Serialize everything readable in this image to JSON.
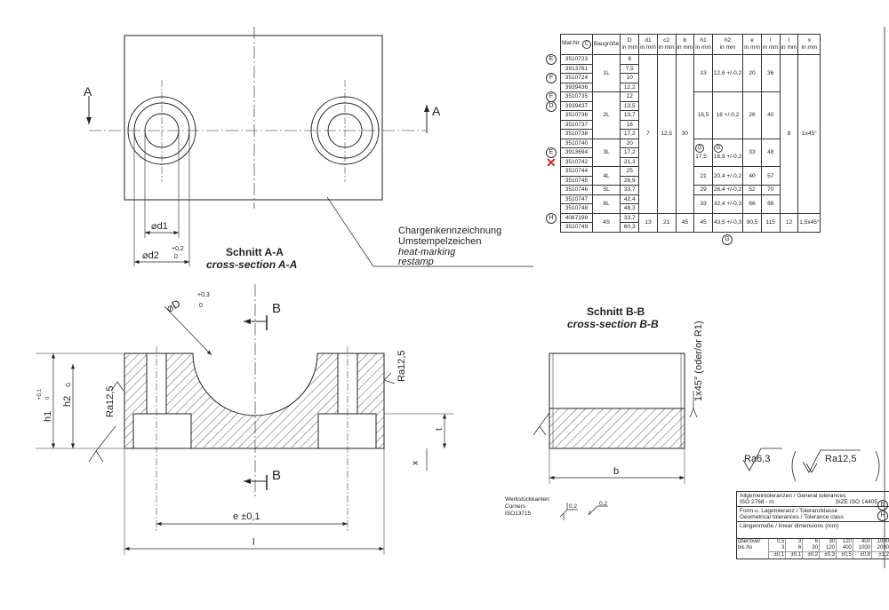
{
  "table": {
    "headers": [
      "Mat-Nr",
      "Baugröße",
      "D\nin mm",
      "d1\nin mm",
      "c2\nin mm",
      "b\nin mm",
      "h1\nin mm",
      "h2\nin mm",
      "e\nin mm",
      "l\nin mm",
      "t\nin mm",
      "x\nin mm"
    ],
    "header_marker": "C",
    "rows": [
      {
        "mat": "3510723",
        "D": "6",
        "marker": "E"
      },
      {
        "mat": "3913761",
        "D": "7,5",
        "marker": ""
      },
      {
        "mat": "3510724",
        "D": "10",
        "marker": "F"
      },
      {
        "mat": "3939436",
        "D": "12,2",
        "marker": ""
      },
      {
        "mat": "3510735",
        "D": "12",
        "marker": "F"
      },
      {
        "mat": "3939437",
        "D": "13,5",
        "marker": "D"
      },
      {
        "mat": "3510736",
        "D": "13,7",
        "marker": ""
      },
      {
        "mat": "3510737",
        "D": "16",
        "marker": ""
      },
      {
        "mat": "3510738",
        "D": "17,2",
        "marker": ""
      },
      {
        "mat": "3510740",
        "D": "20",
        "marker": ""
      },
      {
        "mat": "3913694",
        "D": "17,2",
        "marker": "E"
      },
      {
        "mat": "3510742",
        "D": "21,3",
        "marker": "X"
      },
      {
        "mat": "3510744",
        "D": "25",
        "marker": ""
      },
      {
        "mat": "3510745",
        "D": "26,9",
        "marker": ""
      },
      {
        "mat": "3510746",
        "D": "33,7",
        "marker": ""
      },
      {
        "mat": "3510747",
        "D": "42,4",
        "marker": ""
      },
      {
        "mat": "3510748",
        "D": "48,3",
        "marker": ""
      },
      {
        "mat": "4067199",
        "D": "33,7",
        "marker": "H"
      },
      {
        "mat": "3510749",
        "D": "60,3",
        "marker": ""
      }
    ],
    "size_groups": [
      {
        "label": "1L",
        "rows": 4
      },
      {
        "label": "2L",
        "rows": 5
      },
      {
        "label": "3L",
        "rows": 3
      },
      {
        "label": "4L",
        "rows": 2
      },
      {
        "label": "5L",
        "rows": 1
      },
      {
        "label": "6L",
        "rows": 2
      },
      {
        "label": "4S",
        "rows": 2
      }
    ],
    "h_groups": [
      {
        "h1": "13",
        "h2": "12,6 +/-0,2",
        "e": "20",
        "l": "36",
        "rows": 4,
        "marker": ""
      },
      {
        "h1": "16,5",
        "h2": "16 +/-0,2",
        "e": "26",
        "l": "40",
        "rows": 5,
        "marker": ""
      },
      {
        "h1": "17,5",
        "h2": "16,9 +/-0,2",
        "e": "33",
        "l": "48",
        "rows": 3,
        "marker": "G"
      },
      {
        "h1": "21",
        "h2": "20,4 +/-0,2",
        "e": "40",
        "l": "57",
        "rows": 2,
        "marker": ""
      },
      {
        "h1": "29",
        "h2": "26,4 +/-0,2",
        "e": "52",
        "l": "70",
        "rows": 1,
        "marker": ""
      },
      {
        "h1": "33",
        "h2": "32,4 +/-0,3",
        "e": "66",
        "l": "86",
        "rows": 2,
        "marker": ""
      },
      {
        "h1": "45",
        "h2": "43,5 +/-0,3",
        "e": "90,5",
        "l": "115",
        "rows": 2,
        "marker": ""
      }
    ],
    "common_groups": [
      {
        "d1": "7",
        "c2": "12,5",
        "b": "30",
        "t": "8",
        "x": "1x45°",
        "rows": 17
      },
      {
        "d1": "13",
        "c2": "21",
        "b": "45",
        "t": "12",
        "x": "1,5x45°",
        "rows": 2
      }
    ],
    "footer_marker": "G"
  },
  "top_view": {
    "section_label": "A",
    "d1_label": "⌀d1",
    "d2_label": "⌀d2",
    "d2_tol_upper": "+0,2",
    "d2_tol_lower": "0",
    "note_lines": [
      "Chargenkennzeichnung",
      "Umstempelzeichen",
      "heat-marking",
      "restamp"
    ]
  },
  "section_aa": {
    "title": "Schnitt A-A",
    "subtitle": "cross-section A-A",
    "D_label": "⌀D",
    "D_tol_upper": "+0,3",
    "D_tol_lower": "0",
    "section_label": "B",
    "h1_label": "h1",
    "h1_tol_upper": "+0,1",
    "h1_tol_lower": "0",
    "h2_label": "h2",
    "h2_marker": "G",
    "ra_left": "Ra12,5",
    "ra_right": "Ra12,5",
    "t_label": "t",
    "x_label": "x",
    "e_label": "e ±0,1",
    "l_label": "l"
  },
  "section_bb": {
    "title": "Schnitt B-B",
    "subtitle": "cross-section B-B",
    "chamfer_label": "1x45° (oder/or R1)",
    "b_label": "b"
  },
  "surface": {
    "ra_main": "Ra6,3",
    "ra_bracket": "Ra12,5"
  },
  "corners": {
    "lines": [
      "Werkstückkanten",
      "Corners",
      "ISO13715"
    ],
    "val1": "0,2",
    "val2": "0,2"
  },
  "tolerances": {
    "general": "Allgemeintoleranzen / General tolerances",
    "iso": "ISO 2768 - m",
    "size": "SIZE ISO 14405",
    "size_marker": "E",
    "form1": "Form u. Lagetoleranz / Toleranzklasse",
    "form2": "Geometrical tolerances / Tolerance class",
    "form_marker": "H",
    "linear": "Längenmaße / linear dimensions (mm)",
    "over_label": "über/over",
    "to_label": "bis /to",
    "over": [
      "0,5",
      "3",
      "6",
      "30",
      "120",
      "400",
      "1000"
    ],
    "to": [
      "3",
      "6",
      "30",
      "120",
      "400",
      "1000",
      "2000"
    ],
    "tol": [
      "±0,1",
      "±0,1",
      "±0,2",
      "±0,3",
      "±0,5",
      "±0,8",
      "±1,2"
    ]
  },
  "colors": {
    "line": "#222222",
    "reject_mark": "#d42020"
  }
}
